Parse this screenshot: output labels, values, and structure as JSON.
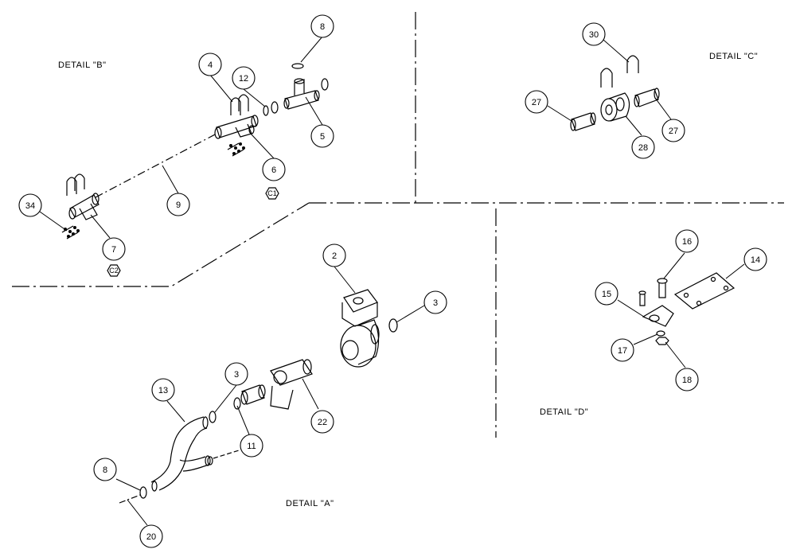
{
  "details": {
    "a": "DETAIL \"A\"",
    "b": "DETAIL \"B\"",
    "c": "DETAIL \"C\"",
    "d": "DETAIL \"D\""
  },
  "callouts": {
    "c2": "2",
    "c3a": "3",
    "c3b": "3",
    "c4": "4",
    "c5": "5",
    "c6": "6",
    "c7": "7",
    "c8a": "8",
    "c8b": "8",
    "c9": "9",
    "c11": "11",
    "c12": "12",
    "c13": "13",
    "c14": "14",
    "c15": "15",
    "c16": "16",
    "c17": "17",
    "c18": "18",
    "c20": "20",
    "c22": "22",
    "c27a": "27",
    "c27b": "27",
    "c28": "28",
    "c30": "30",
    "c34": "34"
  },
  "tags": {
    "t1": "C1",
    "t2": "C2"
  }
}
